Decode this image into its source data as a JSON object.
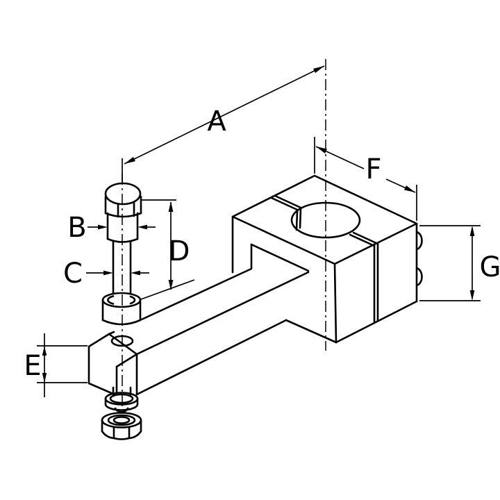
{
  "drawing": {
    "type": "technical-line-drawing",
    "description": "Isometric exploded view of a clamp arm assembly: hex shoulder bolt, bushing, drilled arm, slotted clamp block with bore and two set screws, flat washer and hex nut",
    "background": "#ffffff",
    "line_color": "#000000",
    "dimension_labels": {
      "A": "A",
      "B": "B",
      "C": "C",
      "D": "D",
      "E": "E",
      "F": "F",
      "G": "G"
    }
  }
}
